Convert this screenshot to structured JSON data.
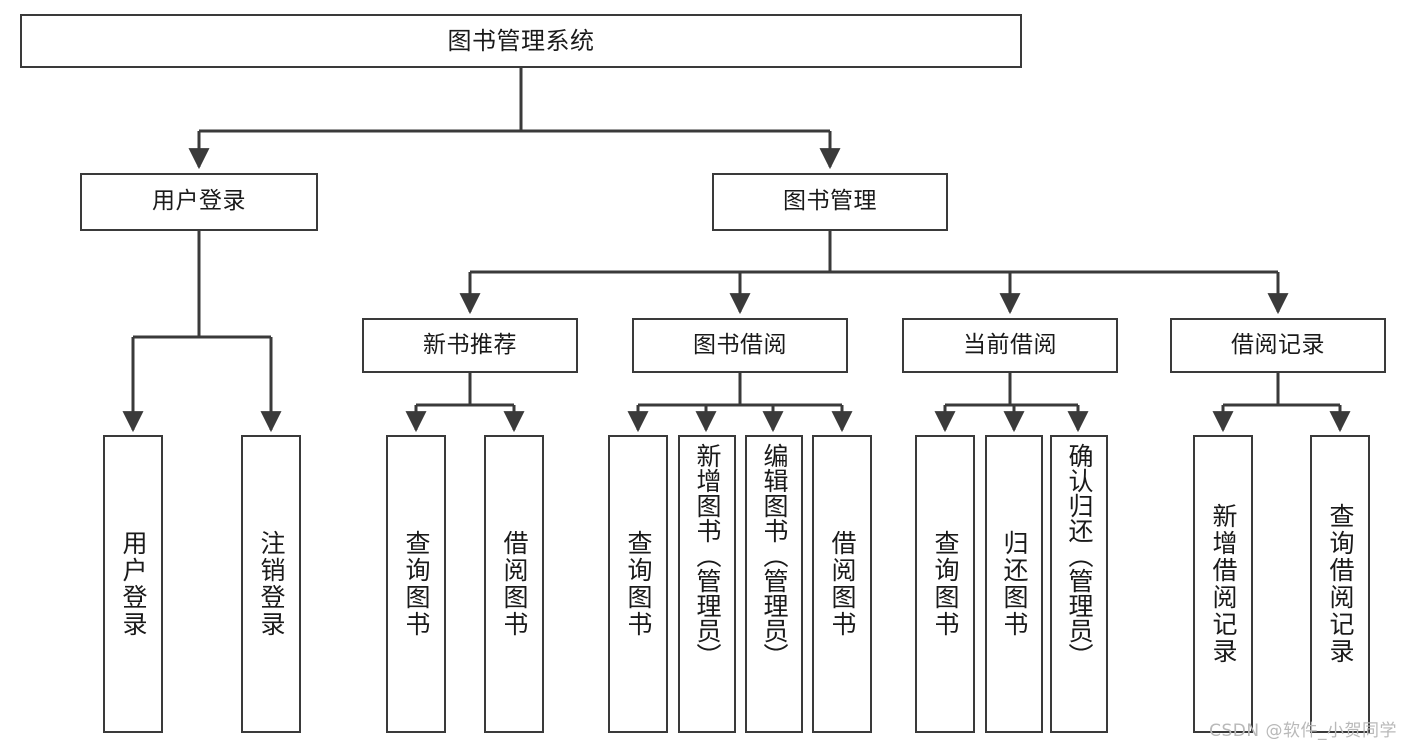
{
  "diagram": {
    "title": "图书管理系统",
    "type": "tree-hierarchy-chart",
    "colors": {
      "stroke": "#3a3a3a",
      "fill": "#ffffff",
      "text": "#1a1a1a",
      "watermark": "#b9b9b9"
    },
    "root": {
      "id": "root",
      "label": "图书管理系统"
    },
    "level2": [
      {
        "id": "user-login",
        "label": "用户登录"
      },
      {
        "id": "book-management",
        "label": "图书管理"
      }
    ],
    "level3": [
      {
        "id": "new-book-recommend",
        "label": "新书推荐",
        "parent": "book-management"
      },
      {
        "id": "book-borrow",
        "label": "图书借阅",
        "parent": "book-management"
      },
      {
        "id": "current-borrow",
        "label": "当前借阅",
        "parent": "book-management"
      },
      {
        "id": "borrow-record",
        "label": "借阅记录",
        "parent": "book-management"
      }
    ],
    "leaves": {
      "user_login": [
        {
          "id": "leaf-user-login",
          "label": "用户登录"
        },
        {
          "id": "leaf-logout-login",
          "label": "注销登录"
        }
      ],
      "new_book_recommend": [
        {
          "id": "leaf-query-book-1",
          "label": "查询图书"
        },
        {
          "id": "leaf-borrow-book-1",
          "label": "借阅图书"
        }
      ],
      "book_borrow": [
        {
          "id": "leaf-query-book-2",
          "label": "查询图书"
        },
        {
          "id": "leaf-add-book",
          "label": "新增图书（管理员）"
        },
        {
          "id": "leaf-edit-book",
          "label": "编辑图书（管理员）"
        },
        {
          "id": "leaf-borrow-book-2",
          "label": "借阅图书"
        }
      ],
      "current_borrow": [
        {
          "id": "leaf-query-book-3",
          "label": "查询图书"
        },
        {
          "id": "leaf-return-book",
          "label": "归还图书"
        },
        {
          "id": "leaf-confirm-return",
          "label": "确认归还（管理员）"
        }
      ],
      "borrow_record": [
        {
          "id": "leaf-add-record",
          "label": "新增借阅记录"
        },
        {
          "id": "leaf-query-record",
          "label": "查询借阅记录"
        }
      ]
    },
    "watermark": "CSDN @软件_小贺同学"
  }
}
